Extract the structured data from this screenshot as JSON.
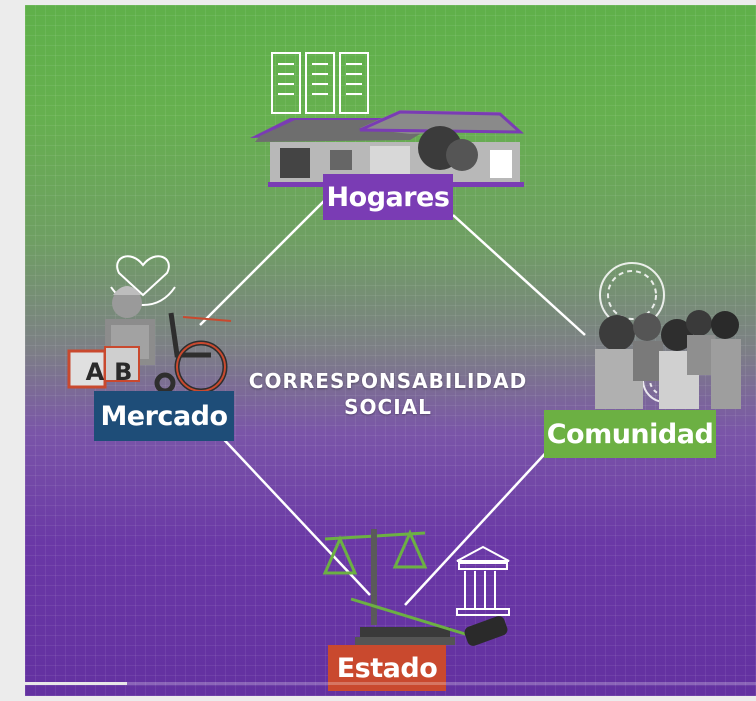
{
  "diagram": {
    "title_line1": "CORRESPONSABILIDAD",
    "title_line2": "SOCIAL",
    "nodes": {
      "hogares": "Hogares",
      "mercado": "Mercado",
      "comunidad": "Comunidad",
      "estado": "Estado"
    },
    "blocks_text": "AB"
  },
  "colors": {
    "hogares": "#7a3cb4",
    "mercado": "#1e4d78",
    "comunidad": "#6cb043",
    "estado": "#c9492e"
  },
  "video_progress": 0.14
}
